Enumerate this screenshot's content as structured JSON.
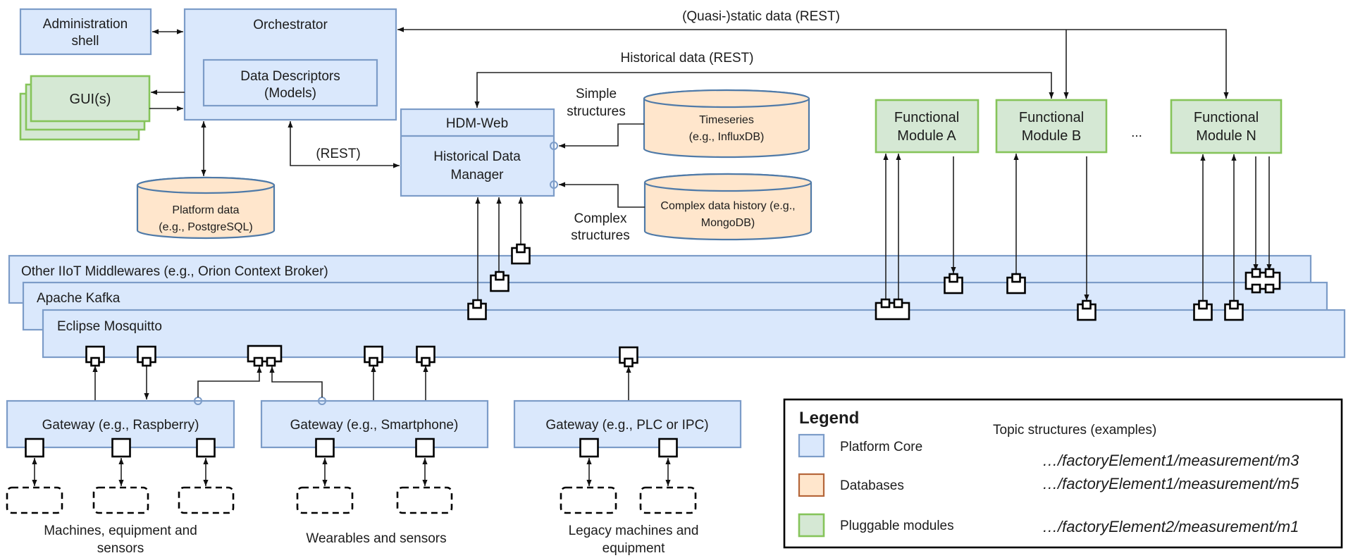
{
  "colors": {
    "platform_core_fill": "#dae8fc",
    "platform_core_stroke": "#7c9cc8",
    "database_fill": "#ffe6cc",
    "database_stroke": "#4f7aa8",
    "database_legend_stroke": "#b5663a",
    "module_fill": "#d5e8d4",
    "module_stroke": "#86c45a"
  },
  "admin_shell": {
    "line1": "Administration",
    "line2": "shell"
  },
  "orchestrator": {
    "title": "Orchestrator",
    "descriptors_line1": "Data Descriptors",
    "descriptors_line2": "(Models)"
  },
  "gui": {
    "label": "GUI(s)"
  },
  "platform_db": {
    "line1": "Platform data",
    "line2": "(e.g., PostgreSQL)"
  },
  "hdm": {
    "web": "HDM-Web",
    "line1": "Historical Data",
    "line2": "Manager"
  },
  "timeseries_db": {
    "line1": "Timeseries",
    "line2": "(e.g., InfluxDB)"
  },
  "complex_db": {
    "line1": "Complex data history (e.g.,",
    "line2": "MongoDB)"
  },
  "connection_labels": {
    "rest": "(REST)",
    "quasi_static": "(Quasi-)static data (REST)",
    "historical": "Historical data (REST)",
    "simple_1": "Simple",
    "simple_2": "structures",
    "complex_1": "Complex",
    "complex_2": "structures"
  },
  "functional_modules": [
    {
      "line1": "Functional",
      "line2": "Module A"
    },
    {
      "line1": "Functional",
      "line2": "Module B"
    },
    {
      "line1": "Functional",
      "line2": "Module N"
    }
  ],
  "modules_ellipsis": "...",
  "middlewares": [
    {
      "label": "Other IIoT Middlewares (e.g., Orion Context Broker)"
    },
    {
      "label": "Apache Kafka"
    },
    {
      "label": "Eclipse Mosquitto"
    }
  ],
  "gateways": [
    {
      "label": "Gateway (e.g., Raspberry)"
    },
    {
      "label": "Gateway (e.g., Smartphone)"
    },
    {
      "label": "Gateway (e.g., PLC or IPC)"
    }
  ],
  "device_groups": [
    {
      "line1": "Machines, equipment and",
      "line2": "sensors"
    },
    {
      "line1": "Wearables and sensors"
    },
    {
      "line1": "Legacy machines and",
      "line2": "equipment"
    }
  ],
  "legend": {
    "title": "Legend",
    "items": [
      {
        "label": "Platform Core"
      },
      {
        "label": "Databases"
      },
      {
        "label": "Pluggable modules"
      }
    ],
    "topics_title": "Topic structures (examples)",
    "topics": [
      {
        "path": "…/factoryElement1/measurement/m3"
      },
      {
        "path": "…/factoryElement1/measurement/m5"
      },
      {
        "path": "…/factoryElement2/measurement/m1"
      }
    ]
  }
}
